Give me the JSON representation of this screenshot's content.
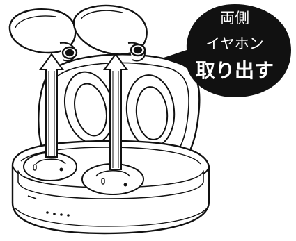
{
  "callout": {
    "line1": "両側",
    "line2": "イヤホン",
    "line3": "取り出す"
  },
  "colors": {
    "ink": "#111111",
    "callout_fill": "#111111",
    "callout_text": "#ffffff",
    "background": "#ffffff"
  },
  "icons": [
    "up-arrow-icon",
    "up-arrow-icon"
  ]
}
